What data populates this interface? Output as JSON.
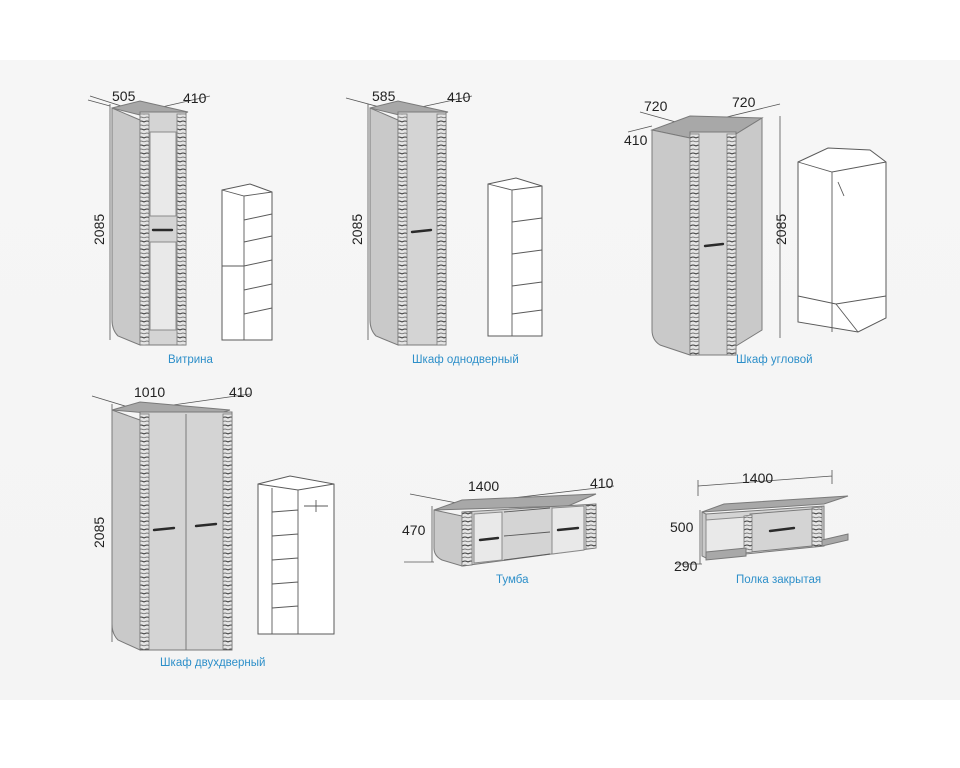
{
  "items": [
    {
      "caption": "Витрина",
      "dims": [
        "505",
        "410",
        "2085"
      ]
    },
    {
      "caption": "Шкаф однодверный",
      "dims": [
        "585",
        "410",
        "2085"
      ]
    },
    {
      "caption": "Шкаф угловой",
      "dims": [
        "720",
        "720",
        "410",
        "2085"
      ]
    },
    {
      "caption": "Шкаф двухдверный",
      "dims": [
        "1010",
        "410",
        "2085"
      ]
    },
    {
      "caption": "Тумба",
      "dims": [
        "1400",
        "410",
        "470"
      ]
    },
    {
      "caption": "Полка закрытая",
      "dims": [
        "1400",
        "500",
        "290"
      ]
    }
  ],
  "colors": {
    "caption": "#2d8fc9",
    "body": "#c9c9c9",
    "top": "#a8a8a8"
  }
}
